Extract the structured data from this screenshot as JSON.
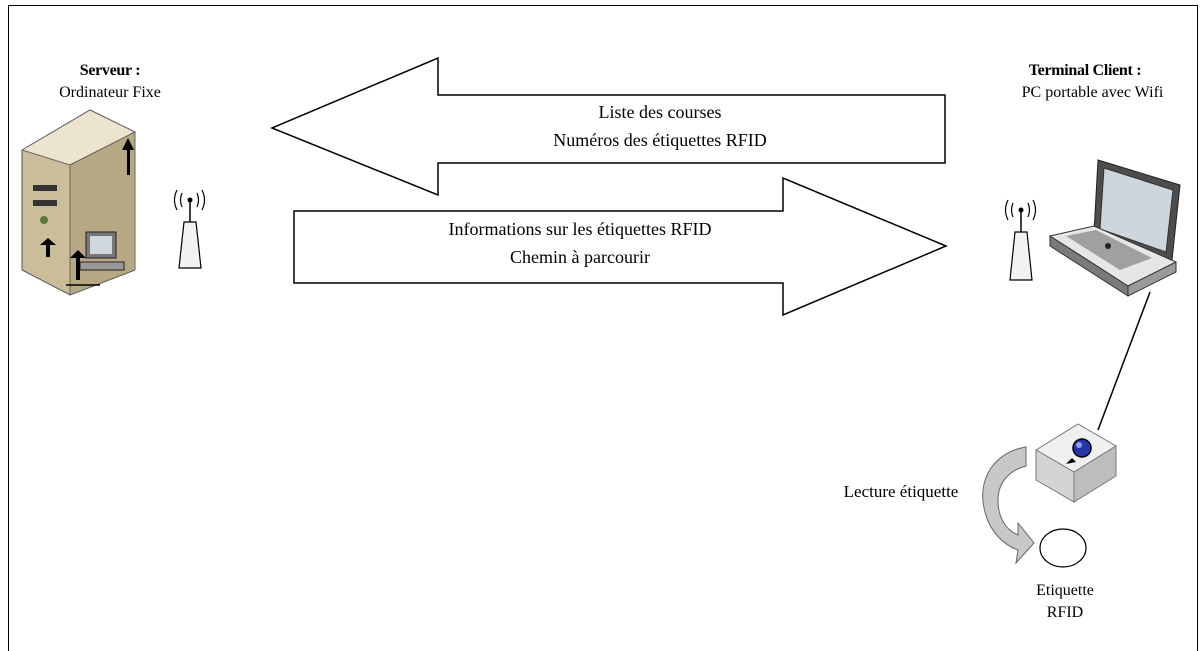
{
  "server": {
    "title": "Serveur :",
    "subtitle": "Ordinateur Fixe"
  },
  "client": {
    "title": "Terminal Client :",
    "subtitle": "PC portable avec Wifi"
  },
  "arrow_to_server": {
    "line1": "Liste des courses",
    "line2": "Numéros des étiquettes RFID"
  },
  "arrow_to_client": {
    "line1": "Informations sur les étiquettes RFID",
    "line2": "Chemin à parcourir"
  },
  "reader": {
    "label": "Lecture étiquette"
  },
  "tag": {
    "line1": "Etiquette",
    "line2": "RFID"
  },
  "colors": {
    "outline": "#000000",
    "tower": "#d9cfb4",
    "reader_light": "#2436a8",
    "curved_arrow": "#c8c8c8"
  }
}
